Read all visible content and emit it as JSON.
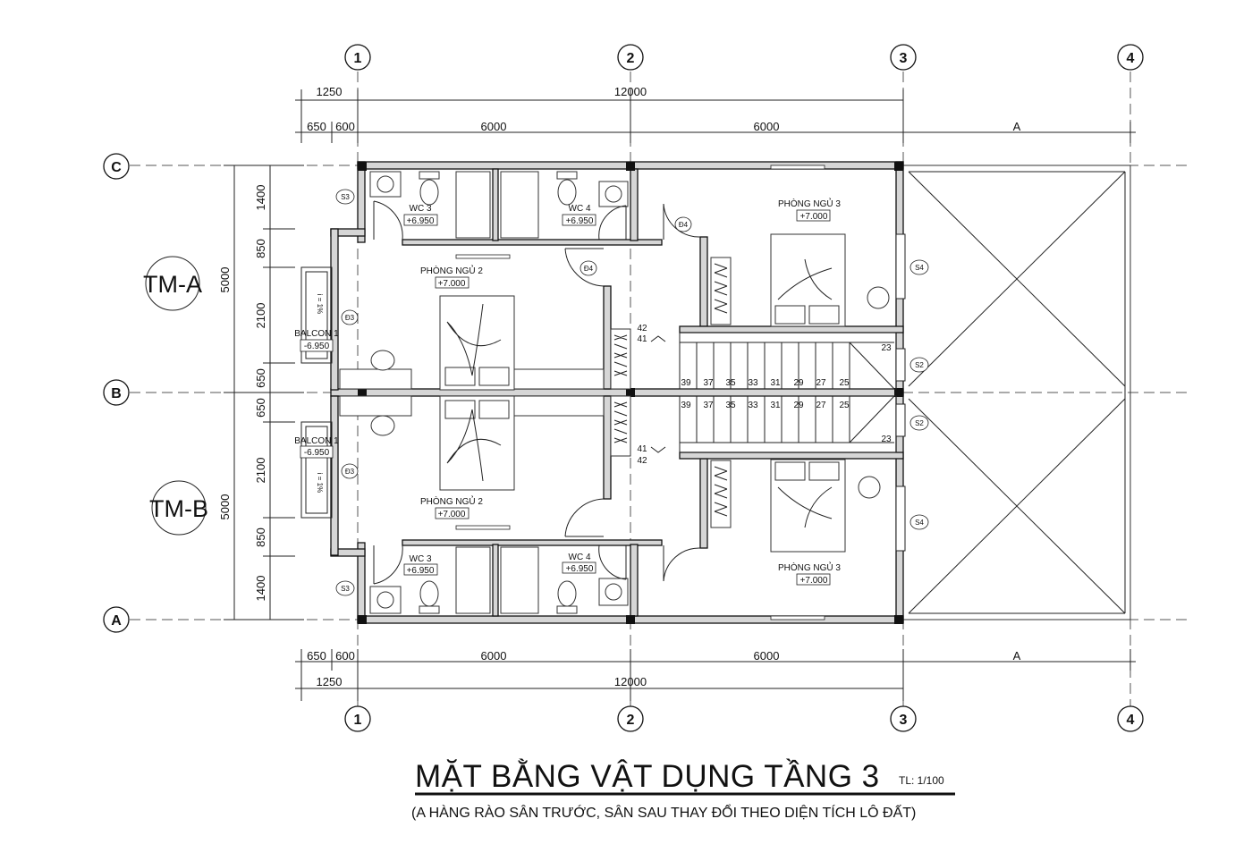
{
  "drawing": {
    "title": "MẶT BẰNG VẬT DỤNG TẦNG 3",
    "scale": "TL: 1/100",
    "subtitle": "(A HÀNG RÀO SÂN TRƯỚC, SÂN SAU THAY ĐỔI THEO DIỆN TÍCH LÔ ĐẤT)"
  },
  "grid_axes": {
    "vertical": [
      "1",
      "2",
      "3",
      "4"
    ],
    "horizontal": [
      "C",
      "B",
      "A"
    ]
  },
  "dimensions": {
    "top_overall_left": "1250",
    "top_overall": "12000",
    "top_left_a": "650",
    "top_left_b": "600",
    "top_span_1": "6000",
    "top_span_2": "6000",
    "top_span_a": "A",
    "bottom_left_a": "650",
    "bottom_left_b": "600",
    "bottom_span_1": "6000",
    "bottom_span_2": "6000",
    "bottom_span_a": "A",
    "bottom_overall_left": "1250",
    "bottom_overall": "12000",
    "left_total_top": "5000",
    "left_total_bottom": "5000",
    "left_segments_top": [
      "1400",
      "850",
      "2100",
      "650"
    ],
    "left_segments_bottom": [
      "650",
      "2100",
      "850",
      "1400"
    ]
  },
  "units": {
    "top": "TM-A",
    "bottom": "TM-B"
  },
  "rooms_top": {
    "wc3": "WC 3",
    "wc3_level": "+6.950",
    "wc4": "WC 4",
    "wc4_level": "+6.950",
    "bed2": "PHÒNG NGỦ 2",
    "bed2_level": "+7.000",
    "bed3": "PHÒNG NGỦ 3",
    "bed3_level": "+7.000",
    "balcony": "BALCON 1",
    "balcony_level": "-6.950",
    "slope": "i = 1%"
  },
  "rooms_bottom": {
    "wc3": "WC 3",
    "wc3_level": "+6.950",
    "wc4": "WC 4",
    "wc4_level": "+6.950",
    "bed2": "PHÒNG NGỦ 2",
    "bed2_level": "+7.000",
    "bed3": "PHÒNG NGỦ 3",
    "bed3_level": "+7.000",
    "balcony": "BALCON 1",
    "balcony_level": "-6.950",
    "slope": "i = 1%"
  },
  "tags": {
    "s3_top": "S3",
    "s4_top": "S4",
    "s2_top": "S2",
    "d3_top": "Đ3",
    "d4a_top": "Đ4",
    "d4b_top": "Đ4",
    "s3_bottom": "S3",
    "s4_bottom": "S4",
    "s2_bottom": "S2",
    "d3_bottom": "Đ3"
  },
  "stairs_top": {
    "steps": [
      "39",
      "37",
      "35",
      "33",
      "31",
      "29",
      "27",
      "25"
    ],
    "landing_a": "42",
    "landing_b": "41",
    "end": "23"
  },
  "stairs_bottom": {
    "steps": [
      "39",
      "37",
      "35",
      "33",
      "31",
      "29",
      "27",
      "25"
    ],
    "landing_a": "41",
    "landing_b": "42",
    "end": "23"
  }
}
